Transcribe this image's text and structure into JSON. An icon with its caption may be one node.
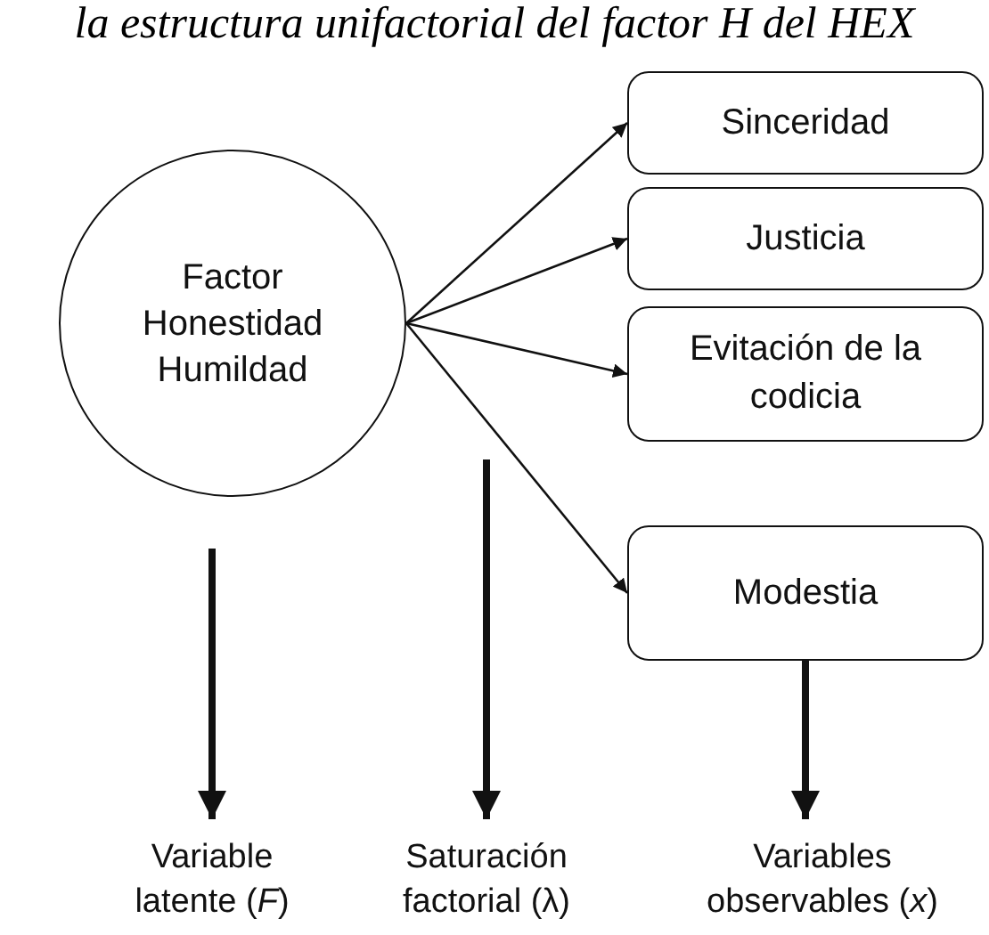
{
  "diagram": {
    "title": "la estructura unifactorial del factor H del HEX",
    "nodes": [
      {
        "text": [
          "Factor Honestidad Humildad"
        ]
      },
      {
        "text": [
          "Sinceridad"
        ]
      },
      {
        "text": [
          "Justicia"
        ]
      },
      {
        "text": [
          "Evitación de la codicia"
        ]
      },
      {
        "text": [
          "Modestia"
        ]
      },
      {
        "text": [
          "Variable latente (*F*)"
        ]
      },
      {
        "text": [
          "Saturación factorial (λ)"
        ]
      },
      {
        "text": [
          "Variables observables (*x*)"
        ]
      }
    ],
    "edges": [
      {
        "from": 0,
        "to": 1,
        "arrow": "to"
      },
      {
        "from": 0,
        "to": 2,
        "arrow": "to"
      },
      {
        "from": 0,
        "to": 3,
        "arrow": "to"
      },
      {
        "from": 0,
        "to": 4,
        "arrow": "to"
      },
      {
        "from": null,
        "to": 5,
        "arrow": "to",
        "style": "thick"
      },
      {
        "from": null,
        "to": 6,
        "arrow": "to",
        "style": "thick"
      },
      {
        "from": 4,
        "to": 7,
        "arrow": "to",
        "style": "thick"
      }
    ]
  }
}
